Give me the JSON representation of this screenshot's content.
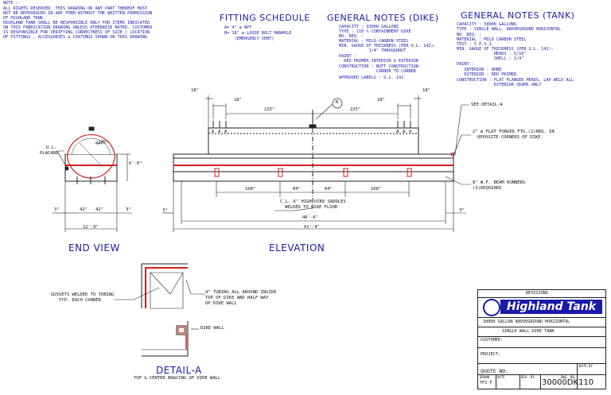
{
  "note": {
    "heading": "NOTE :",
    "lines": [
      "ALL RIGHTS RESERVED. THIS DRAWING OR ANY PART THEREOF MUST",
      "NOT BE REPRODUCED IN ANY FORM WITHOUT THE WRITTEN PERMISSION",
      "OF HIGHLAND TANK.",
      "HIGHLAND TANK SHALL BE RESPONSIBLE ONLY FOR ITEMS INDICATED",
      "ON THIS FABRICATION DRAWING UNLESS OTHERWISE NOTED. CUSTOMER",
      "IS RESPONSIBLE FOR VERIFYING CORRECTNESS OF SIZE / LOCATION",
      "OF FITTINGS , ACCESSORIES & COATINGS SHOWN ON THIS DRAWING"
    ]
  },
  "fitting_schedule": {
    "title": "FITTING SCHEDULE",
    "lines": [
      "A= 4\" ø NPT",
      "B= 18\" ø LOOSE BOLT MANHOLE",
      "    (EMERGENCY VENT)"
    ]
  },
  "general_notes_dike": {
    "title": "GENERAL NOTES (DIKE)",
    "lines": [
      "CAPACITY : 33000 GALLONS",
      "TYPE : 110 % CONTAINMENT DIKE",
      "NO. REQ. :",
      "MATERIAL : MILD CARBON STEEL",
      "MIN. GAUGE OF THICKNESS (PER U.L. 142):",
      "            1/4\" THROUGHOUT",
      "PAINT :",
      "  RED PRIMER INTERIOR & EXTERIOR",
      "CONSTRUCTION : BUTT CONSTRUCTION",
      "               CORNER TO CORNER",
      "APPROVED LABELS : U.L. 142"
    ]
  },
  "general_notes_tank": {
    "title": "GENERAL NOTES (TANK)",
    "lines": [
      "CAPACITY : 30000 GALLONS",
      "TYPE : SINGLE WALL, ABOVEGROUND HORIZONTAL",
      "NO. REQ. :",
      "MATERIAL : MILD CARBON STEEL",
      "TEST : 5 P.S.I.",
      "MIN. GAUGE OF THICKNESS (PER U.L. 142):",
      "               HEADS : 5/16\"",
      "               SHELL : 1/4\"",
      "PAINT :",
      "   INTERIOR : NONE",
      "   EXTERIOR : RED PRIMER",
      "CONSTRUCTION : FLAT FLANGED HEADS, LAP WELD ALL",
      "               EXTERIOR SEAMS ONLY"
    ]
  },
  "elevation": {
    "title": "ELEVATION",
    "dims": {
      "d18_left": "18\"",
      "d18_left2": "18\"",
      "d225_left": "225\"",
      "d225_right": "225\"",
      "d18_right": "18\"",
      "d18_right2": "18\"",
      "d168_left": "168\"",
      "d84_left": "84\"",
      "d84_right": "84\"",
      "d168_right": "168\"",
      "d46_6": "46'-6\"",
      "d61_4": "61'-4\"",
      "d3_left": "3\"",
      "d3_right": "3\""
    },
    "manhole_label": "B",
    "fitting_labels": [
      "A",
      "A",
      "A",
      "A",
      "A",
      "A"
    ],
    "saddle_note": [
      "C.L. 6\" HIGH DIKE SADDLES",
      "WELDED TO DIKE FLOOR"
    ],
    "callouts": {
      "see_detail": "SEE DETAIL-A",
      "flat_forged": [
        "2\" ø FLAT FORGED FTG.(2)REQ. IN",
        "OPPOSITE CORNERS OF DIKE"
      ],
      "beam_runners": [
        "8\" W.F. BEAM RUNNERS",
        "(3)REQUIRED"
      ]
    }
  },
  "end_view": {
    "title": "END VIEW",
    "diameter": "ø126\"",
    "height": "6'-0\"",
    "ul_placard": [
      "U.L.",
      "PLACARD"
    ],
    "dims": {
      "d3_left": "3\"",
      "d42_left": "42\"",
      "d42_right": "42\"",
      "d3_right": "3\"",
      "width": "12'-0\""
    }
  },
  "detail": {
    "title": "DETAIL-A",
    "subtitle": "TOP & CENTER BRACING OF DIKE WALL",
    "gussets": [
      "GUSSETS WELDED TO TUBING",
      "TYP. EACH CORNER"
    ],
    "tubing": [
      "4\" TUBING ALL AROUND INSIDE",
      "TOP OF DIKE AND HALF WAY",
      "UP DIKE WALL"
    ],
    "dike_wall": "DIKE WALL"
  },
  "title_block": {
    "revisions": "REVISIONS",
    "logo_text": "Highland Tank",
    "desc_line1": "30000 GALLON ABOVEGROUND HORIZONTAL",
    "desc_line2": "SINGLE WALL DIKE TANK",
    "customer": "CUSTOMER:",
    "project": "PROJECT:",
    "quote": "QUOTE NO:",
    "date_label": "DATE BY",
    "cells": [
      "DRAWN",
      "DATE",
      "REV. BY",
      "DWG. NO."
    ],
    "drawn_value": "TF1-F",
    "dwg_no": "30000DK110"
  },
  "colors": {
    "line": "#1a1aa8",
    "red": "#d42020",
    "ink": "#111111"
  }
}
